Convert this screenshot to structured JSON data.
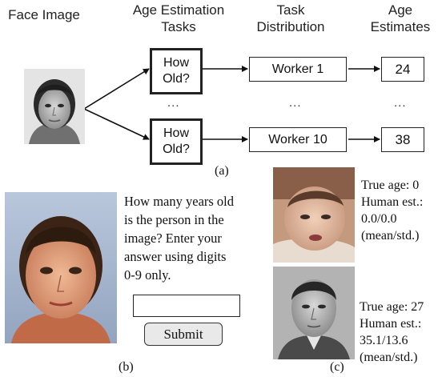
{
  "panel_a": {
    "headers": {
      "face_image": "Face Image",
      "tasks_line1": "Age Estimation",
      "tasks_line2": "Tasks",
      "dist_line1": "Task",
      "dist_line2": "Distribution",
      "est_line1": "Age",
      "est_line2": "Estimates"
    },
    "task_label_line1": "How",
    "task_label_line2": "Old?",
    "ellipsis": "...",
    "rows": [
      {
        "worker": "Worker 1",
        "estimate": "24"
      },
      {
        "worker": "Worker 10",
        "estimate": "38"
      }
    ],
    "caption": "(a)"
  },
  "panel_b": {
    "question_lines": [
      "How many years old",
      "is the person in the",
      "image? Enter your",
      "answer using digits",
      "0-9 only."
    ],
    "input_value": "",
    "submit_label": "Submit",
    "caption": "(b)"
  },
  "panel_c": {
    "examples": [
      {
        "line1": "True age: 0",
        "line2": "Human est.:",
        "line3": "0.0/0.0",
        "line4": "(mean/std.)"
      },
      {
        "line1": "True age: 27",
        "line2": "Human est.:",
        "line3": "35.1/13.6",
        "line4": "(mean/std.)"
      }
    ],
    "caption": "(c)"
  }
}
